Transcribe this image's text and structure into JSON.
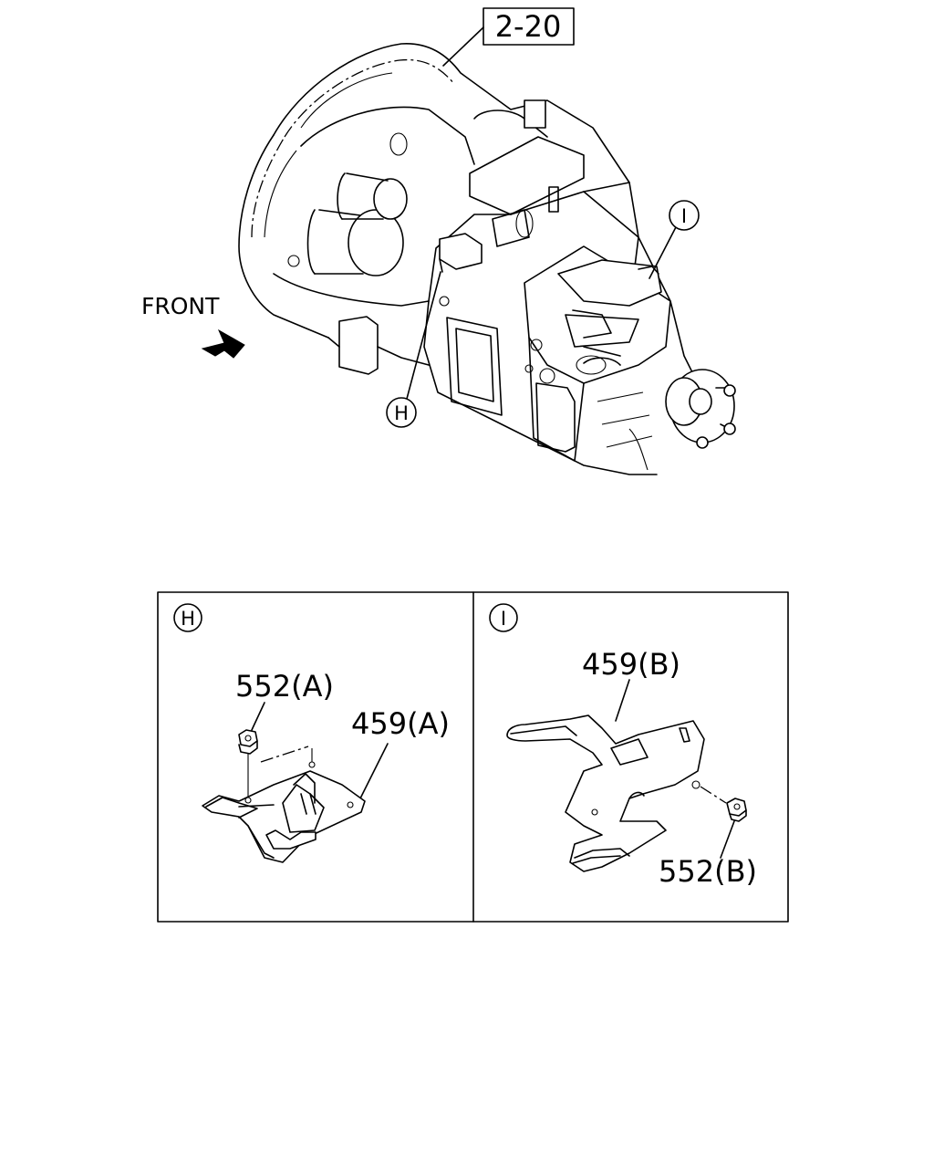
{
  "main_view": {
    "ref_box": "2-20",
    "front_label": "FRONT",
    "marker_h": "H",
    "marker_i": "I"
  },
  "detail_h": {
    "marker": "H",
    "nut_label": "552(A)",
    "bracket_label": "459(A)"
  },
  "detail_i": {
    "marker": "I",
    "bracket_label": "459(B)",
    "nut_label": "552(B)"
  }
}
